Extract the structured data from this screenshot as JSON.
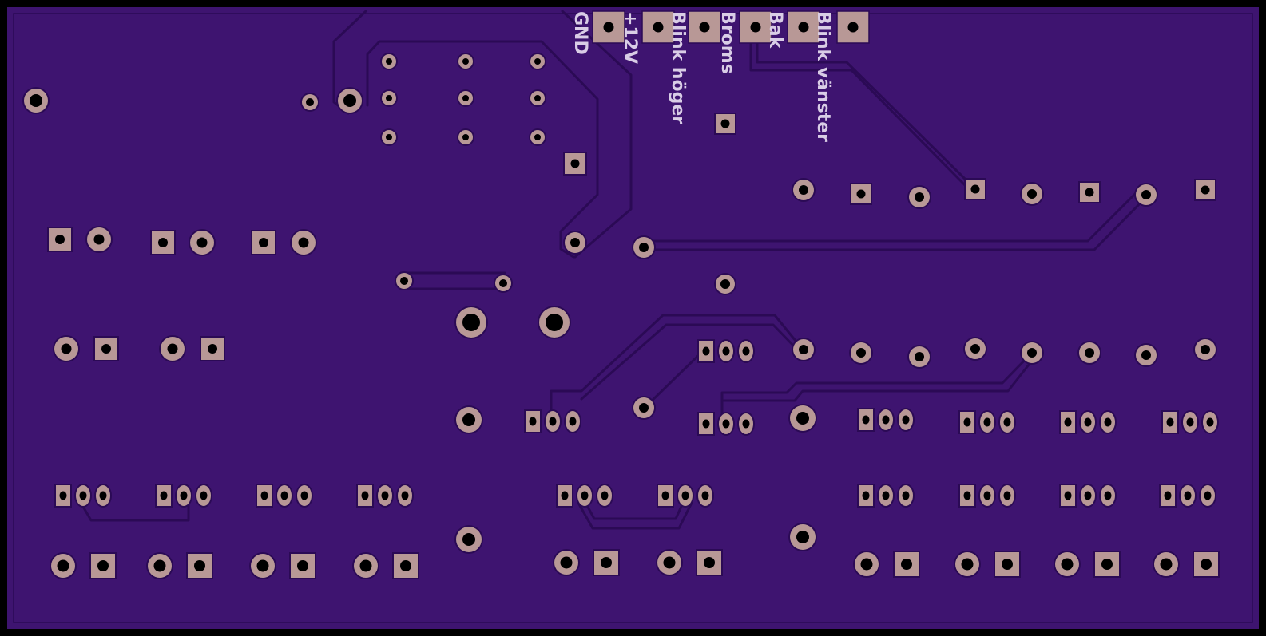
{
  "colors": {
    "frame": "#000000",
    "board": "#3e1470",
    "board_edge": "#2a0a55",
    "trace": "#2b0a55",
    "pad": "#b89896",
    "drill": "#000000",
    "silkscreen": "#d9cde6"
  },
  "connector": {
    "pin_labels": [
      "GND",
      "+12V",
      "Blink höger",
      "Broms",
      "Bak",
      "Blink vänster"
    ]
  }
}
